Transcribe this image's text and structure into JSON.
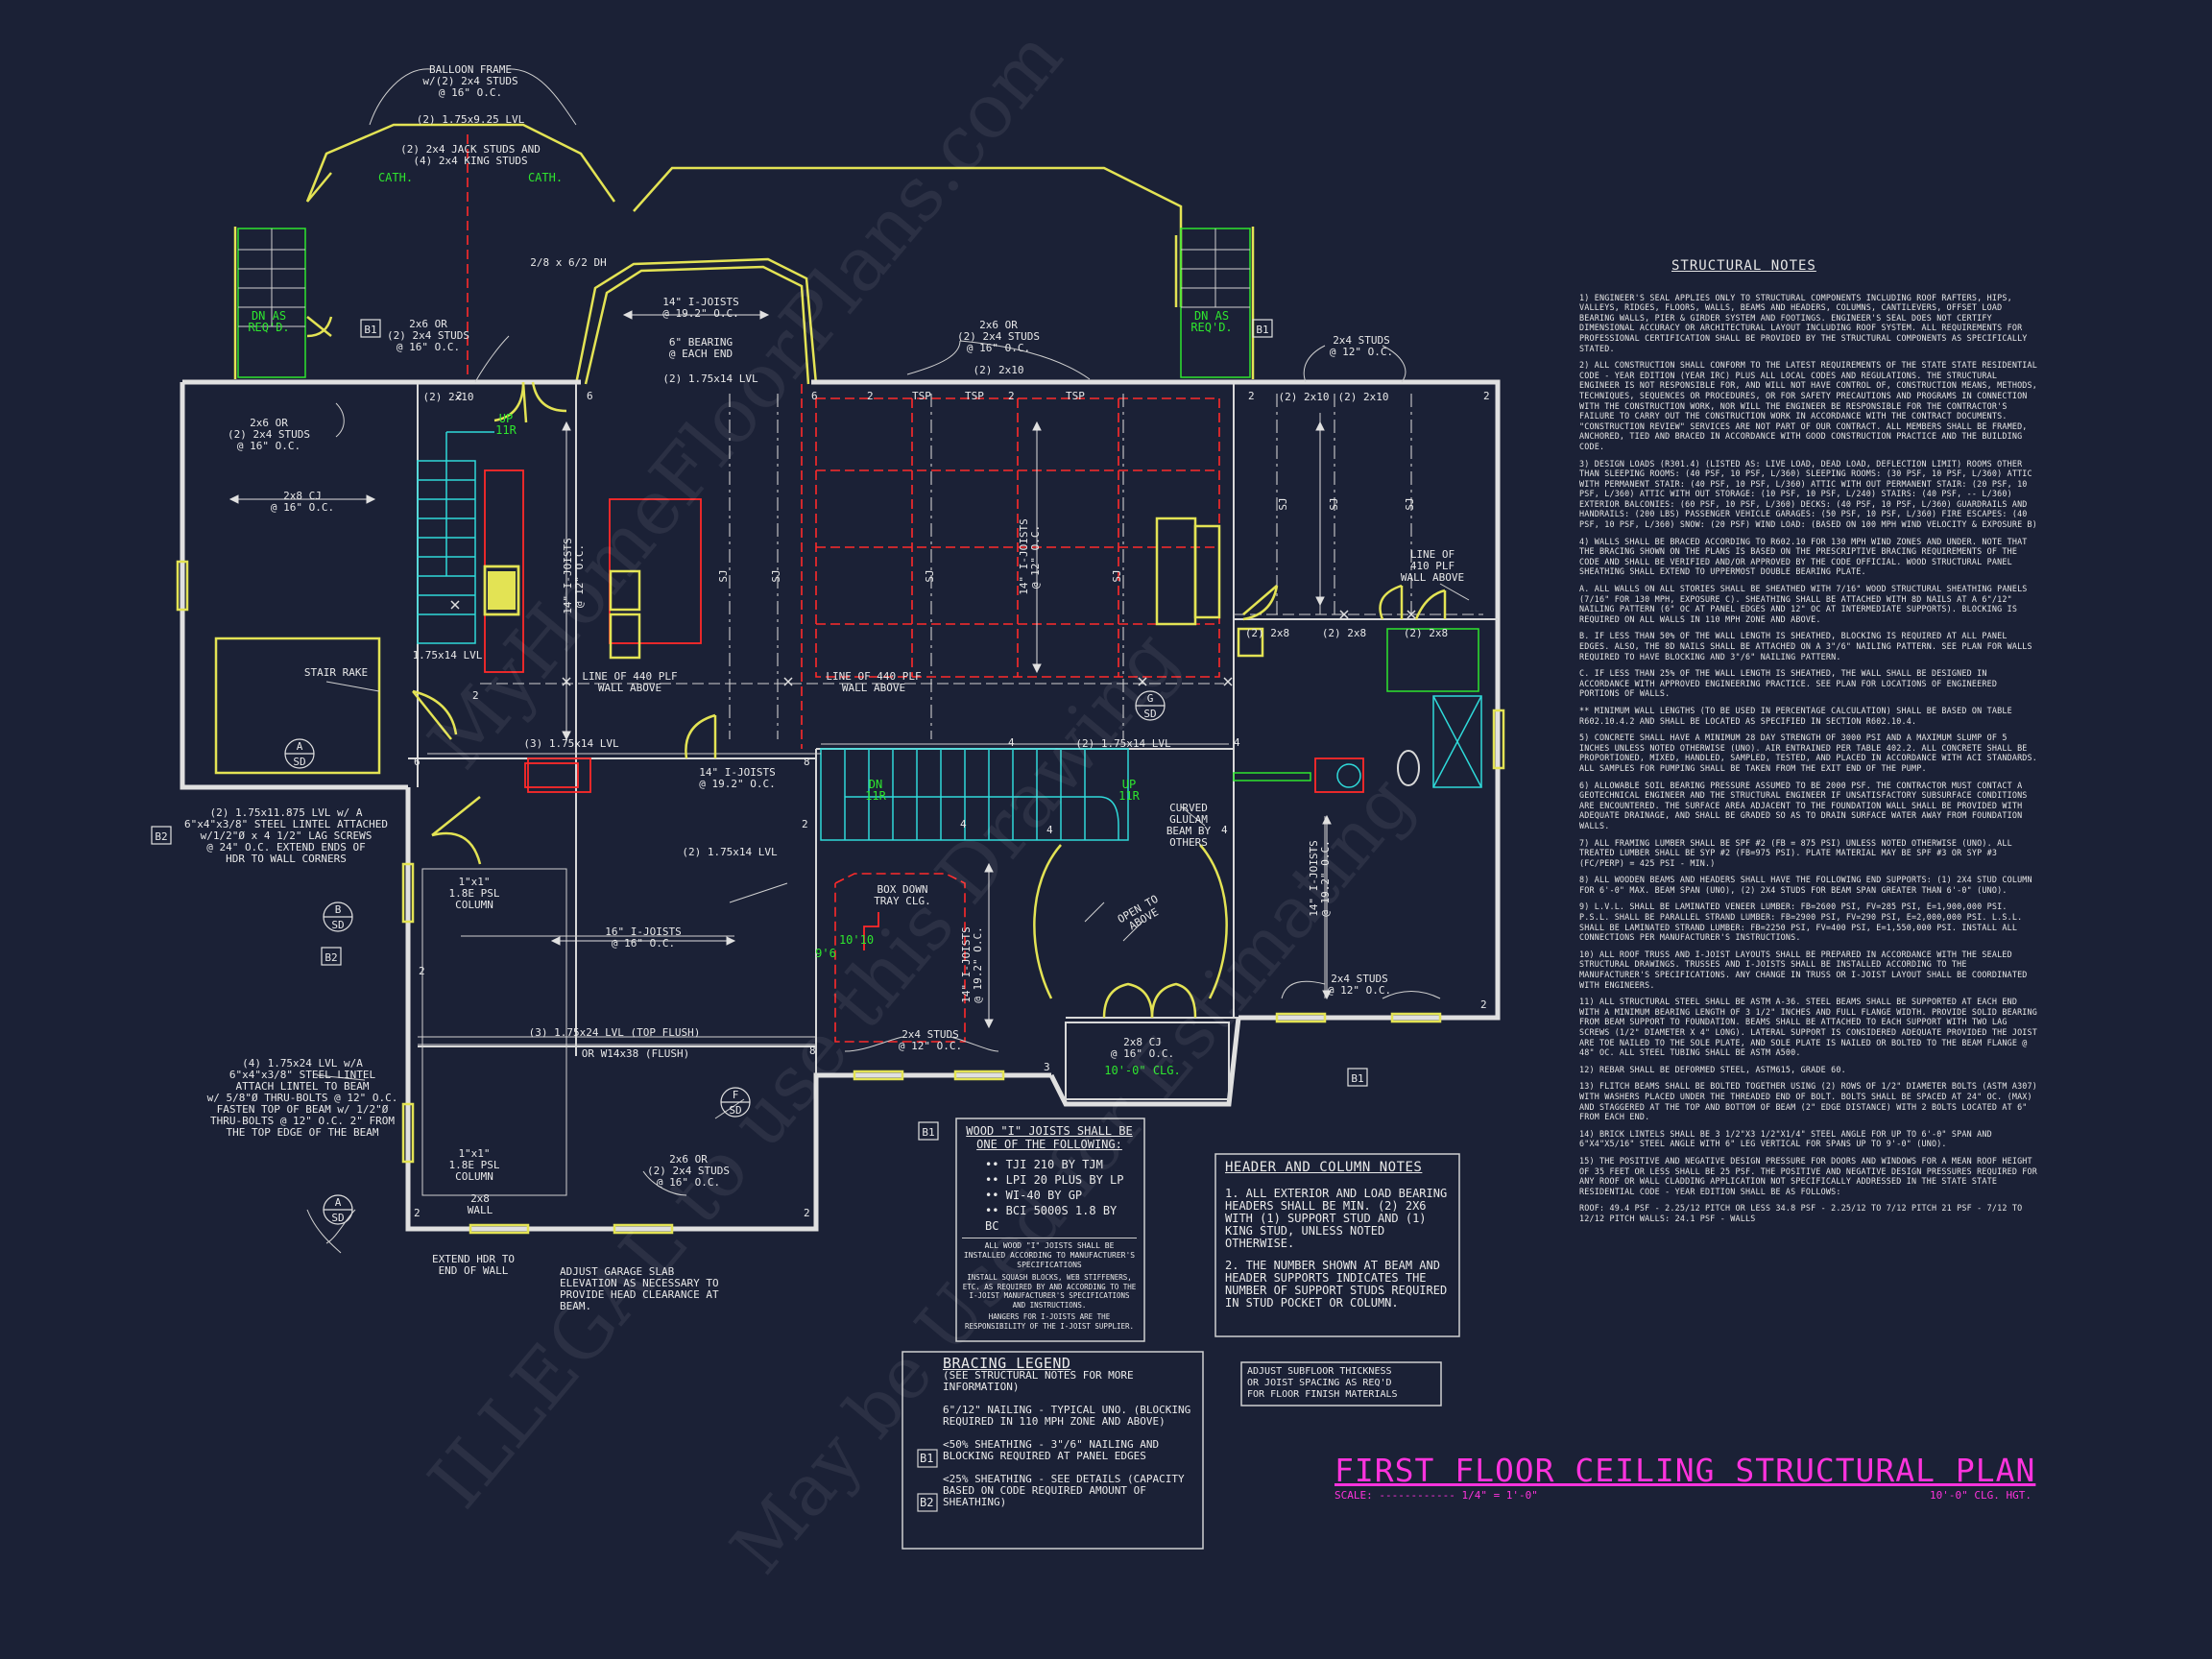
{
  "title": "FIRST FLOOR CEILING STRUCTURAL PLAN",
  "scale_label": "SCALE: ------------ 1/4\" = 1'-0\"",
  "ceiling_height": "10'-0\" CLG. HGT.",
  "watermarks": [
    "MyHomeFloorPlans.com",
    "ILLEGAL to use this Drawing",
    "May be Used for Estimating"
  ],
  "colors": {
    "background": "#1b2136",
    "wall": "#e0e0e0",
    "yellow": "#e3e354",
    "red": "#ff2a2a",
    "cyan": "#2fd9d9",
    "magenta": "#ff33dd",
    "green": "#2ee62e"
  },
  "labels": {
    "balloon": "BALLOON FRAME\nw/(2) 2x4 STUDS\n@ 16\" O.C.",
    "lvl_175": "(2) 1.75x9.25 LVL",
    "jack": "(2) 2x4 JACK STUDS AND\n(4) 2x4 KING STUDS",
    "cath1": "CATH.",
    "cath2": "CATH.",
    "dh": "2/8 x 6/2 DH",
    "joists14": "14\" I-JOISTS\n@ 19.2\" O.C.",
    "bearing": "6\" BEARING\n@ EACH END",
    "lvl14_top": "(2) 1.75x14 LVL",
    "twox10_top": "(2) 2x10",
    "studs_2x6_center": "2x6 OR\n(2) 2x4 STUDS\n@ 16\" O.C.",
    "studs_2x6_left": "2x6 OR\n(2) 2x4 STUDS\n@ 16\" O.C.",
    "dn_left": "DN AS\nREQ'D.",
    "dn_right": "DN AS\nREQ'D.",
    "b1": "B1",
    "b2": "B2",
    "studs_2x4_right": "2x4 STUDS\n@ 12\" O.C.",
    "twox10_left": "(2) 2x10",
    "twox10_right1": "(2) 2x10",
    "twox10_right2": "(2) 2x10",
    "up": "UP\n11R",
    "garage_studs": "2x6 OR\n(2) 2x4 STUDS\n@ 16\" O.C.",
    "garage_cj": "2x8 CJ\n@ 16\" O.C.",
    "stair_rake": "STAIR RAKE",
    "lvl_175x14_small": "1.75x14 LVL",
    "joists_12_a": "14\" I-JOISTS\n@ 12\" O.C.",
    "joists_12_b": "14\" I-JOISTS\n@ 12\" O.C.",
    "line440_a": "LINE OF 440 PLF\nWALL ABOVE",
    "line440_b": "LINE OF 440 PLF\nWALL ABOVE",
    "line410": "LINE OF\n410 PLF\nWALL ABOVE",
    "sj": "SJ",
    "tsp": "TSP",
    "twox8": "(2) 2x8",
    "lvl14_mid": "(3) 1.75x14 LVL",
    "lvl14_mid2": "(2) 1.75x14 LVL",
    "joists_small": "14\" I-JOISTS\n@ 19.2\" O.C.",
    "lvl14_low": "(2) 1.75x14 LVL",
    "dn_stair": "DN\n11R",
    "up_stair": "UP\n11R",
    "curved": "CURVED\nGLULAM\nBEAM BY\nOTHERS",
    "lvl_garage": "(2) 1.75x11.875 LVL w/ A\n6\"x4\"x3/8\" STEEL LINTEL ATTACHED\nw/1/2\"Ø x 4 1/2\" LAG SCREWS\n@ 24\" O.C.  EXTEND ENDS OF\nHDR TO WALL CORNERS",
    "psl_col_a": "1\"x1\"\n1.8E PSL\nCOLUMN",
    "psl_col_b": "1\"x1\"\n1.8E PSL\nCOLUMN",
    "joists_16": "16\" I-JOISTS\n@ 16\" O.C.",
    "lvl_top_flush": "(3) 1.75x24 LVL (TOP FLUSH)",
    "w14": "OR W14x38 (FLUSH)",
    "lintel_long": "(4) 1.75x24 LVL w/A\n6\"x4\"x3/8\" STEEL LINTEL\nATTACH LINTEL TO BEAM\nw/ 5/8\"Ø THRU-BOLTS @ 12\" O.C.\nFASTEN TOP OF BEAM w/ 1/2\"Ø\nTHRU-BOLTS @ 12\" O.C. 2\" FROM\nTHE TOP EDGE OF THE BEAM",
    "wall_2x8": "2x8\nWALL",
    "extend_hdr": "EXTEND HDR TO\nEND OF WALL",
    "garage_slab": "ADJUST GARAGE SLAB\nELEVATION AS NECESSARY TO\nPROVIDE HEAD CLEARANCE AT\nBEAM.",
    "studs_garage_right": "2x6 OR\n(2) 2x4 STUDS\n@ 16\" O.C.",
    "box_down": "BOX DOWN\nTRAY CLG.",
    "ten_ten": "10'10",
    "nine_six": "9'6",
    "joists_dining": "14\" I-JOISTS\n@ 19.2\" O.C.",
    "studs_dining": "2x4 STUDS\n@ 12\" O.C.",
    "open_above": "OPEN TO\nABOVE",
    "joists_great": "14\" I-JOISTS\n@ 19.2\" O.C.",
    "studs_great": "2x4 STUDS\n@ 12\" O.C.",
    "cj_bay": "2x8 CJ\n@ 16\" O.C.",
    "clg_bay": "10'-0\" CLG.",
    "sec_a": "A",
    "sec_b": "B",
    "sec_c": "SD",
    "sec_f": "F",
    "sec_g": "G"
  },
  "wood_box": {
    "heading": "WOOD \"I\" JOISTS SHALL BE\nONE OF THE FOLLOWING:",
    "items": [
      "TJI 210 BY TJM",
      "LPI 20 PLUS BY LP",
      "WI-40 BY GP",
      "BCI 5000s 1.8 BY BC"
    ],
    "note1": "ALL WOOD \"I\" JOISTS SHALL BE INSTALLED ACCORDING TO MANUFACTURER'S SPECIFICATIONS",
    "note2": "INSTALL SQUASH BLOCKS, WEB STIFFENERS, ETC. AS REQUIRED BY AND ACCORDING TO THE I-JOIST MANUFACTURER'S SPECIFICATIONS AND INSTRUCTIONS.",
    "note3": "HANGERS FOR I-JOISTS ARE THE RESPONSIBILITY OF THE I-JOIST SUPPLIER."
  },
  "header_box": {
    "heading": "HEADER AND COLUMN NOTES",
    "p1": "1. ALL EXTERIOR AND LOAD BEARING HEADERS SHALL BE MIN. (2) 2x6 WITH (1) SUPPORT STUD AND (1) KING STUD, UNLESS NOTED OTHERWISE.",
    "p2": "2. THE NUMBER SHOWN AT BEAM AND HEADER SUPPORTS INDICATES THE NUMBER OF SUPPORT STUDS REQUIRED IN STUD POCKET OR COLUMN."
  },
  "bracing_box": {
    "heading": "BRACING LEGEND",
    "sub": "(SEE STRUCTURAL NOTES FOR MORE INFORMATION)",
    "l1": "6\"/12\" NAILING - TYPICAL UNO. (BLOCKING REQUIRED IN 110 MPH ZONE AND ABOVE)",
    "l2": "<50% SHEATHING - 3\"/6\" NAILING AND BLOCKING REQUIRED AT PANEL EDGES",
    "l3": "<25% SHEATHING - SEE DETAILS (CAPACITY BASED ON CODE REQUIRED AMOUNT OF SHEATHING)"
  },
  "subfloor_box": "ADJUST SUBFLOOR THICKNESS\nOR JOIST SPACING AS REQ'D\nFOR FLOOR FINISH MATERIALS",
  "notes": {
    "heading": "STRUCTURAL NOTES",
    "items": [
      "1) ENGINEER'S SEAL APPLIES ONLY TO STRUCTURAL COMPONENTS INCLUDING ROOF RAFTERS, HIPS, VALLEYS, RIDGES, FLOORS, WALLS, BEAMS AND HEADERS, COLUMNS, CANTILEVERS, OFFSET LOAD BEARING WALLS, PIER & GIRDER SYSTEM AND FOOTINGS. ENGINEER'S SEAL DOES NOT CERTIFY DIMENSIONAL ACCURACY OR ARCHITECTURAL LAYOUT INCLUDING ROOF SYSTEM. ALL REQUIREMENTS FOR PROFESSIONAL CERTIFICATION SHALL BE PROVIDED BY THE STRUCTURAL COMPONENTS AS SPECIFICALLY STATED.",
      "2) ALL CONSTRUCTION SHALL CONFORM TO THE LATEST REQUIREMENTS OF THE STATE STATE RESIDENTIAL CODE - YEAR EDITION (YEAR IRC) PLUS ALL LOCAL CODES AND REGULATIONS. THE STRUCTURAL ENGINEER IS NOT RESPONSIBLE FOR, AND WILL NOT HAVE CONTROL OF, CONSTRUCTION MEANS, METHODS, TECHNIQUES, SEQUENCES OR PROCEDURES, OR FOR SAFETY PRECAUTIONS AND PROGRAMS IN CONNECTION WITH THE CONSTRUCTION WORK, NOR WILL THE ENGINEER BE RESPONSIBLE FOR THE CONTRACTOR'S FAILURE TO CARRY OUT THE CONSTRUCTION WORK IN ACCORDANCE WITH THE CONTRACT DOCUMENTS. \"CONSTRUCTION REVIEW\" SERVICES ARE NOT PART OF OUR CONTRACT. ALL MEMBERS SHALL BE FRAMED, ANCHORED, TIED AND BRACED IN ACCORDANCE WITH GOOD CONSTRUCTION PRACTICE AND THE BUILDING CODE.",
      "3) DESIGN LOADS (R301.4) (LISTED AS: LIVE LOAD, DEAD LOAD, DEFLECTION LIMIT) ROOMS OTHER THAN SLEEPING ROOMS: (40 PSF, 10 PSF, L/360) SLEEPING ROOMS: (30 PSF, 10 PSF, L/360) ATTIC WITH PERMANENT STAIR: (40 PSF, 10 PSF, L/360) ATTIC WITH OUT PERMANENT STAIR: (20 PSF, 10 PSF, L/360) ATTIC WITH OUT STORAGE: (10 PSF, 10 PSF, L/240) STAIRS: (40 PSF, -- L/360) EXTERIOR BALCONIES: (60 PSF, 10 PSF, L/360) DECKS: (40 PSF, 10 PSF, L/360) GUARDRAILS AND HANDRAILS: (200 LBS) PASSENGER VEHICLE GARAGES: (50 PSF, 10 PSF, L/360) FIRE ESCAPES: (40 PSF, 10 PSF, L/360) SNOW: (20 PSF) WIND LOAD: (BASED ON 100 MPH WIND VELOCITY & EXPOSURE B)",
      "4) WALLS SHALL BE BRACED ACCORDING TO R602.10 FOR 130 MPH WIND ZONES AND UNDER. NOTE THAT THE BRACING SHOWN ON THE PLANS IS BASED ON THE PRESCRIPTIVE BRACING REQUIREMENTS OF THE CODE AND SHALL BE VERIFIED AND/OR APPROVED BY THE CODE OFFICIAL. WOOD STRUCTURAL PANEL SHEATHING SHALL EXTEND TO UPPERMOST DOUBLE BEARING PLATE.",
      "a. ALL WALLS ON ALL STORIES SHALL BE SHEATHED WITH 7/16\" WOOD STRUCTURAL SHEATHING PANELS (7/16\" FOR 130 MPH, EXPOSURE C). SHEATHING SHALL BE ATTACHED WITH 8d NAILS AT A 6\"/12\" NAILING PATTERN (6\" OC AT PANEL EDGES AND 12\" OC AT INTERMEDIATE SUPPORTS). BLOCKING IS REQUIRED ON ALL WALLS IN 110 MPH ZONE AND ABOVE.",
      "b. IF LESS THAN 50% OF THE WALL LENGTH IS SHEATHED, BLOCKING IS REQUIRED AT ALL PANEL EDGES. ALSO, THE 8d NAILS SHALL BE ATTACHED ON A 3\"/6\" NAILING PATTERN. SEE PLAN FOR WALLS REQUIRED TO HAVE BLOCKING AND 3\"/6\" NAILING PATTERN.",
      "c. IF LESS THAN 25% OF THE WALL LENGTH IS SHEATHED, THE WALL SHALL BE DESIGNED IN ACCORDANCE WITH APPROVED ENGINEERING PRACTICE. SEE PLAN FOR LOCATIONS OF ENGINEERED PORTIONS OF WALLS.",
      "** MINIMUM WALL LENGTHS (TO BE USED IN PERCENTAGE CALCULATION) SHALL BE BASED ON TABLE R602.10.4.2 AND SHALL BE LOCATED AS SPECIFIED IN SECTION R602.10.4.",
      "5) CONCRETE SHALL HAVE A MINIMUM 28 DAY STRENGTH OF 3000 PSI AND A MAXIMUM SLUMP OF 5 INCHES UNLESS NOTED OTHERWISE (UNO). AIR ENTRAINED PER TABLE 402.2. ALL CONCRETE SHALL BE PROPORTIONED, MIXED, HANDLED, SAMPLED, TESTED, AND PLACED IN ACCORDANCE WITH ACI STANDARDS. ALL SAMPLES FOR PUMPING SHALL BE TAKEN FROM THE EXIT END OF THE PUMP.",
      "6) ALLOWABLE SOIL BEARING PRESSURE ASSUMED TO BE 2000 PSF. THE CONTRACTOR MUST CONTACT A GEOTECHNICAL ENGINEER AND THE STRUCTURAL ENGINEER IF UNSATISFACTORY SUBSURFACE CONDITIONS ARE ENCOUNTERED. THE SURFACE AREA ADJACENT TO THE FOUNDATION WALL SHALL BE PROVIDED WITH ADEQUATE DRAINAGE, AND SHALL BE GRADED SO AS TO DRAIN SURFACE WATER AWAY FROM FOUNDATION WALLS.",
      "7) ALL FRAMING LUMBER SHALL BE SPF #2 (Fb = 875 PSI) UNLESS NOTED OTHERWISE (UNO). ALL TREATED LUMBER SHALL BE SYP #2 (Fb=975 PSI). PLATE MATERIAL MAY BE SPF #3 OR SYP #3 (Fc/perp) = 425 PSI - MIN.)",
      "8) ALL WOODEN BEAMS AND HEADERS SHALL HAVE THE FOLLOWING END SUPPORTS: (1) 2x4 STUD COLUMN FOR 6'-0\" MAX. BEAM SPAN (UNO), (2) 2x4 STUDS FOR BEAM SPAN GREATER THAN 6'-0\" (UNO).",
      "9) L.V.L. SHALL BE LAMINATED VENEER LUMBER: Fb=2600 PSI, Fv=285 PSI, E=1,900,000 PSI. P.S.L. SHALL BE PARALLEL STRAND LUMBER: Fb=2900 PSI, Fv=290 PSI, E=2,000,000 PSI. L.S.L. SHALL BE LAMINATED STRAND LUMBER: Fb=2250 PSI, Fv=400 PSI, E=1,550,000 PSI. INSTALL ALL CONNECTIONS PER MANUFACTURER'S INSTRUCTIONS.",
      "10) ALL ROOF TRUSS AND I-JOIST LAYOUTS SHALL BE PREPARED IN ACCORDANCE WITH THE SEALED STRUCTURAL DRAWINGS. TRUSSES AND I-JOISTS SHALL BE INSTALLED ACCORDING TO THE MANUFACTURER'S SPECIFICATIONS. ANY CHANGE IN TRUSS OR I-JOIST LAYOUT SHALL BE COORDINATED WITH ENGINEERS.",
      "11) ALL STRUCTURAL STEEL SHALL BE ASTM A-36. STEEL BEAMS SHALL BE SUPPORTED AT EACH END WITH A MINIMUM BEARING LENGTH OF 3 1/2\" INCHES AND FULL FLANGE WIDTH. PROVIDE SOLID BEARING FROM BEAM SUPPORT TO FOUNDATION. BEAMS SHALL BE ATTACHED TO EACH SUPPORT WITH TWO LAG SCREWS (1/2\" DIAMETER x 4\" LONG). LATERAL SUPPORT IS CONSIDERED ADEQUATE PROVIDED THE JOIST ARE TOE NAILED TO THE SOLE PLATE, AND SOLE PLATE IS NAILED OR BOLTED TO THE BEAM FLANGE @ 48\" OC. ALL STEEL TUBING SHALL BE ASTM A500.",
      "12) REBAR SHALL BE DEFORMED STEEL, ASTM615, GRADE 60.",
      "13) FLITCH BEAMS SHALL BE BOLTED TOGETHER USING (2) ROWS OF 1/2\" DIAMETER BOLTS (ASTM A307) WITH WASHERS PLACED UNDER THE THREADED END OF BOLT. BOLTS SHALL BE SPACED AT 24\" OC. (MAX) AND STAGGERED AT THE TOP AND BOTTOM OF BEAM (2\" EDGE DISTANCE) WITH 2 BOLTS LOCATED AT 6\" FROM EACH END.",
      "14) BRICK LINTELS SHALL BE 3 1/2\"x3 1/2\"x1/4\" STEEL ANGLE FOR UP TO 6'-0\" SPAN AND 6\"x4\"x5/16\" STEEL ANGLE WITH 6\" LEG VERTICAL FOR SPANS UP TO 9'-0\" (UNO).",
      "15) THE POSITIVE AND NEGATIVE DESIGN PRESSURE FOR DOORS AND WINDOWS FOR A MEAN ROOF HEIGHT OF 35 FEET OR LESS SHALL BE 25 PSF. THE POSITIVE AND NEGATIVE DESIGN PRESSURES REQUIRED FOR ANY ROOF OR WALL CLADDING APPLICATION NOT SPECIFICALLY ADDRESSED IN THE STATE STATE RESIDENTIAL CODE - YEAR EDITION SHALL BE AS FOLLOWS:",
      "ROOF: 49.4 PSF - 2.25/12 PITCH OR LESS  34.8 PSF - 2.25/12 TO 7/12 PITCH  21 PSF - 7/12 TO 12/12 PITCH  WALLS: 24.1 PSF - WALLS"
    ]
  }
}
